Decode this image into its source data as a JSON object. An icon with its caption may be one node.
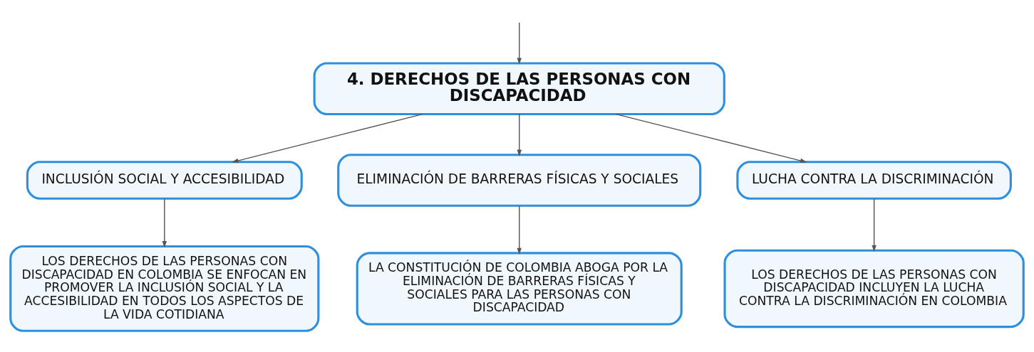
{
  "diagram": {
    "nodes": [
      {
        "text": [
          "4. DERECHOS DE LAS PERSONAS CON DISCAPACIDAD"
        ]
      },
      {
        "text": [
          "INCLUSIÓN SOCIAL Y ACCESIBILIDAD"
        ]
      },
      {
        "text": [
          "ELIMINACIÓN DE BARRERAS FÍSICAS Y SOCIALES"
        ]
      },
      {
        "text": [
          "LUCHA CONTRA LA DISCRIMINACIÓN"
        ]
      },
      {
        "text": [
          "LOS DERECHOS DE LAS PERSONAS CON DISCAPACIDAD EN COLOMBIA SE ENFOCAN EN PROMOVER LA INCLUSIÓN SOCIAL Y LA ACCESIBILIDAD EN TODOS LOS ASPECTOS DE LA VIDA COTIDIANA"
        ]
      },
      {
        "text": [
          "LA CONSTITUCIÓN DE COLOMBIA ABOGA POR LA ELIMINACIÓN DE BARRERAS FÍSICAS Y SOCIALES PARA LAS PERSONAS CON DISCAPACIDAD"
        ]
      },
      {
        "text": [
          "LOS DERECHOS DE LAS PERSONAS CON DISCAPACIDAD INCLUYEN LA LUCHA CONTRA LA DISCRIMINACIÓN EN COLOMBIA"
        ]
      }
    ],
    "edges": [
      {
        "from": null,
        "to": 0,
        "arrow": "to"
      },
      {
        "from": 0,
        "to": 1,
        "arrow": "to"
      },
      {
        "from": 0,
        "to": 2,
        "arrow": "to"
      },
      {
        "from": 0,
        "to": 3,
        "arrow": "to"
      },
      {
        "from": 1,
        "to": 4,
        "arrow": "to"
      },
      {
        "from": 2,
        "to": 5,
        "arrow": "to"
      },
      {
        "from": 3,
        "to": 6,
        "arrow": "to"
      }
    ]
  }
}
